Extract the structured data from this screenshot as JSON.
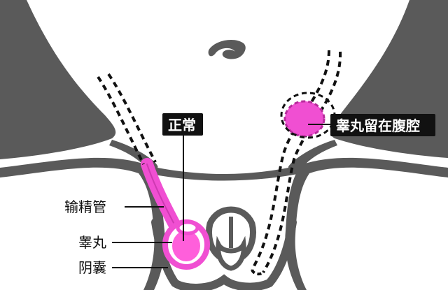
{
  "labels": {
    "normal": "正常",
    "undescended": "睾丸留在腹腔",
    "vas_deferens": "输精管",
    "testis": "睾丸",
    "scrotum": "阴囊"
  },
  "colors": {
    "body_outline": "#5a5a5a",
    "skin": "#ffffff",
    "organ_fill": "#f04fd2",
    "organ_fill_light": "#ff6fe0",
    "label_box": "#111111",
    "leader_line": "#111111",
    "dashed_path": "#111111"
  }
}
